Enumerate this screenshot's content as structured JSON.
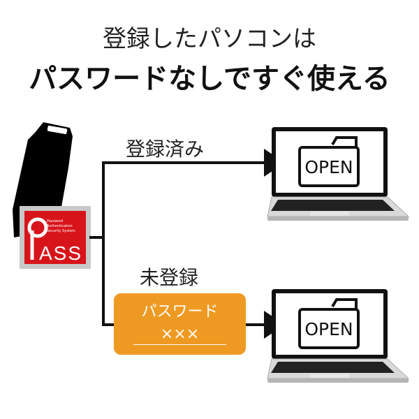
{
  "title_line1": "登録したパソコンは",
  "title_line2": "パスワードなしですぐ使える",
  "branch_registered": "登録済み",
  "branch_unregistered": "未登録",
  "password_box": {
    "label": "パスワード",
    "value": "×××",
    "color": "#ee9a22"
  },
  "pass_logo": {
    "text": "PASS",
    "subtitle": [
      "Password",
      "Authentication",
      "Security System"
    ],
    "color": "#d8141b"
  },
  "laptop_screen_text": "OPEN",
  "icons": [
    "usb-drive-icon",
    "pass-logo",
    "laptop-icon",
    "folder-icon",
    "arrow-right-icon"
  ]
}
